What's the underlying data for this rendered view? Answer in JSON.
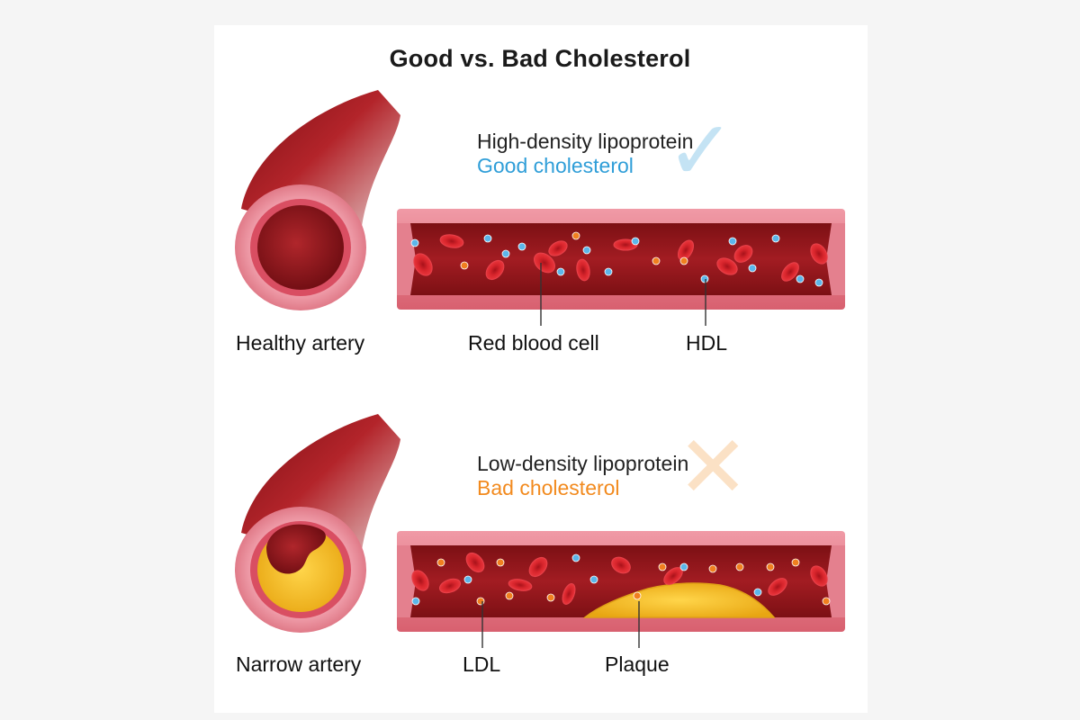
{
  "title": "Good vs. Bad Cholesterol",
  "colors": {
    "good": "#2f9ed8",
    "bad": "#f28a1e",
    "vessel_wall": "#e47b86",
    "vessel_inner": "#9c1b1f",
    "blood_cell": "#d21f26",
    "plaque": "#f3b81c",
    "hdl_particle": "#5cb6ea",
    "ldl_particle": "#f07f1f"
  },
  "good_section": {
    "heading": "High-density lipoprotein",
    "subheading": "Good cholesterol",
    "mark_icon": "checkmark-icon",
    "artery_label": "Healthy artery",
    "callouts": [
      "Red blood cell",
      "HDL"
    ]
  },
  "bad_section": {
    "heading": "Low-density lipoprotein",
    "subheading": "Bad cholesterol",
    "mark_icon": "cross-icon",
    "artery_label": "Narrow artery",
    "callouts": [
      "LDL",
      "Plaque"
    ]
  }
}
